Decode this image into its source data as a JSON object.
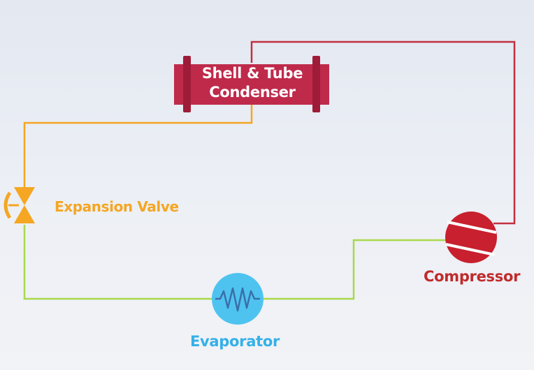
{
  "diagram": {
    "components": {
      "condenser": {
        "label_line1": "Shell & Tube",
        "label_line2": "Condenser"
      },
      "expansion_valve": {
        "label": "Expansion Valve"
      },
      "compressor": {
        "label": "Compressor"
      },
      "evaporator": {
        "label": "Evaporator"
      }
    },
    "colors": {
      "high_pressure_gas_line": "#c2303f",
      "liquid_line": "#f5a623",
      "low_pressure_line": "#a9d84c",
      "condenser_fill": "#bf2a4b",
      "condenser_end_bars": "#9e1c38",
      "expansion_valve": "#f5a623",
      "compressor_fill": "#c8202e",
      "compressor_label": "#c02b2b",
      "evaporator_fill": "#4fc3f0",
      "evaporator_coil": "#3a6fa8",
      "evaporator_label": "#35b0e8",
      "expansion_label": "#f5a623"
    }
  }
}
